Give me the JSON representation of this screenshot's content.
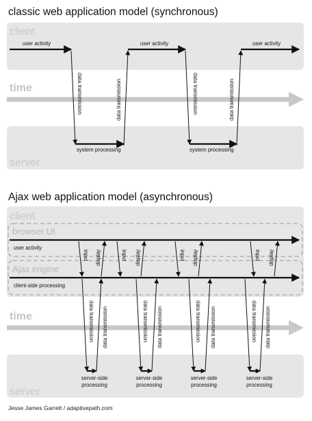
{
  "top": {
    "title": "classic web application model (synchronous)",
    "client_label": "client",
    "time_label": "time",
    "server_label": "server",
    "user_activity": "user activity",
    "data_transmission": "data transmission",
    "system_processing": "system processing"
  },
  "bottom": {
    "title": "Ajax web application model (asynchronous)",
    "client_label": "client",
    "browser_ui_label": "browser UI",
    "user_activity": "user activity",
    "ajax_engine_label": "Ajax engine",
    "client_side_processing": "client-side processing",
    "input": "input",
    "display": "display",
    "time_label": "time",
    "data_transmission": "data transmission",
    "server_label": "server",
    "server_side": "server-side",
    "processing": "processing"
  },
  "credit": "Jesse James Garrett / adaptivepath.com",
  "colors": {
    "band": "#e6e6e6",
    "time_arrow": "#c8c8c8",
    "line": "#111111"
  }
}
